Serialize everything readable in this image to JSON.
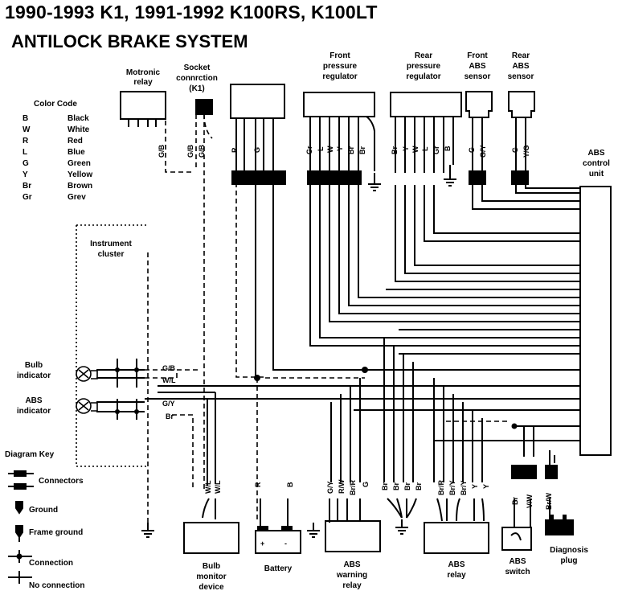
{
  "title": {
    "line1": "1990-1993 K1, 1991-1992 K100RS, K100LT",
    "line2": "ANTILOCK BRAKE SYSTEM"
  },
  "components": {
    "motronic_relay": [
      "Motronic",
      "relay"
    ],
    "socket_connection": [
      "Socket",
      "connrction",
      "(K1)"
    ],
    "front_pressure_regulator": [
      "Front",
      "pressure",
      "regulator"
    ],
    "rear_pressure_regulator": [
      "Rear",
      "pressure",
      "regulator"
    ],
    "front_abs_sensor": [
      "Front",
      "ABS",
      "sensor"
    ],
    "rear_abs_sensor": [
      "Rear",
      "ABS",
      "sensor"
    ],
    "abs_control_unit": [
      "ABS",
      "control",
      "unit"
    ],
    "instrument_cluster": [
      "Instrument",
      "cluster"
    ],
    "bulb_indicator": [
      "Bulb",
      "indicator"
    ],
    "abs_indicator": [
      "ABS",
      "indicator"
    ],
    "bulb_monitor_device": [
      "Bulb",
      "monitor",
      "device"
    ],
    "battery": [
      "Battery"
    ],
    "abs_warning_relay": [
      "ABS",
      "warning",
      "relay"
    ],
    "abs_relay": [
      "ABS",
      "relay"
    ],
    "abs_switch": [
      "ABS",
      "switch"
    ],
    "diagnosis_plug": [
      "Diagnosis",
      "plug"
    ]
  },
  "color_code": {
    "heading": "Color Code",
    "entries": [
      {
        "code": "B",
        "color": "Black"
      },
      {
        "code": "W",
        "color": "White"
      },
      {
        "code": "R",
        "color": "Red"
      },
      {
        "code": "L",
        "color": "Blue"
      },
      {
        "code": "G",
        "color": "Green"
      },
      {
        "code": "Y",
        "color": "Yellow"
      },
      {
        "code": "Br",
        "color": "Brown"
      },
      {
        "code": "Gr",
        "color": "Grev"
      }
    ]
  },
  "diagram_key": {
    "heading": "Diagram Key",
    "items": [
      "Connectors",
      "Ground",
      "Frame ground",
      "Connection",
      "No connection"
    ]
  },
  "wire_labels": {
    "motronic": [
      "G/B"
    ],
    "socket": [
      "G/B",
      "G/B"
    ],
    "upper_left_connector": [
      "R",
      "G"
    ],
    "front_regulator": [
      "Gr",
      "L",
      "W",
      "Y",
      "Br",
      "Br"
    ],
    "rear_regulator": [
      "Br",
      "Y",
      "W",
      "L",
      "Gr",
      "B"
    ],
    "front_sensor": [
      "G",
      "G/Y"
    ],
    "rear_sensor": [
      "G",
      "Y/G"
    ],
    "bulb_indicator": [
      "G/B",
      "W/L"
    ],
    "abs_indicator": [
      "G/Y",
      "Br"
    ],
    "bulb_monitor": [
      "W/L",
      "W/L"
    ],
    "battery": [
      "R",
      "B"
    ],
    "warning_relay": [
      "G/Y",
      "R/W",
      "Br/R",
      "G"
    ],
    "abs_relay": [
      "Br",
      "Br",
      "Br",
      "Br",
      "Br/R",
      "Br/Y",
      "Br/Y",
      "Y",
      "Y"
    ],
    "abs_switch": [
      "Br",
      "V/W"
    ],
    "diagnosis": [
      "Br/W"
    ],
    "battery_terminals": [
      "+",
      "-"
    ]
  }
}
